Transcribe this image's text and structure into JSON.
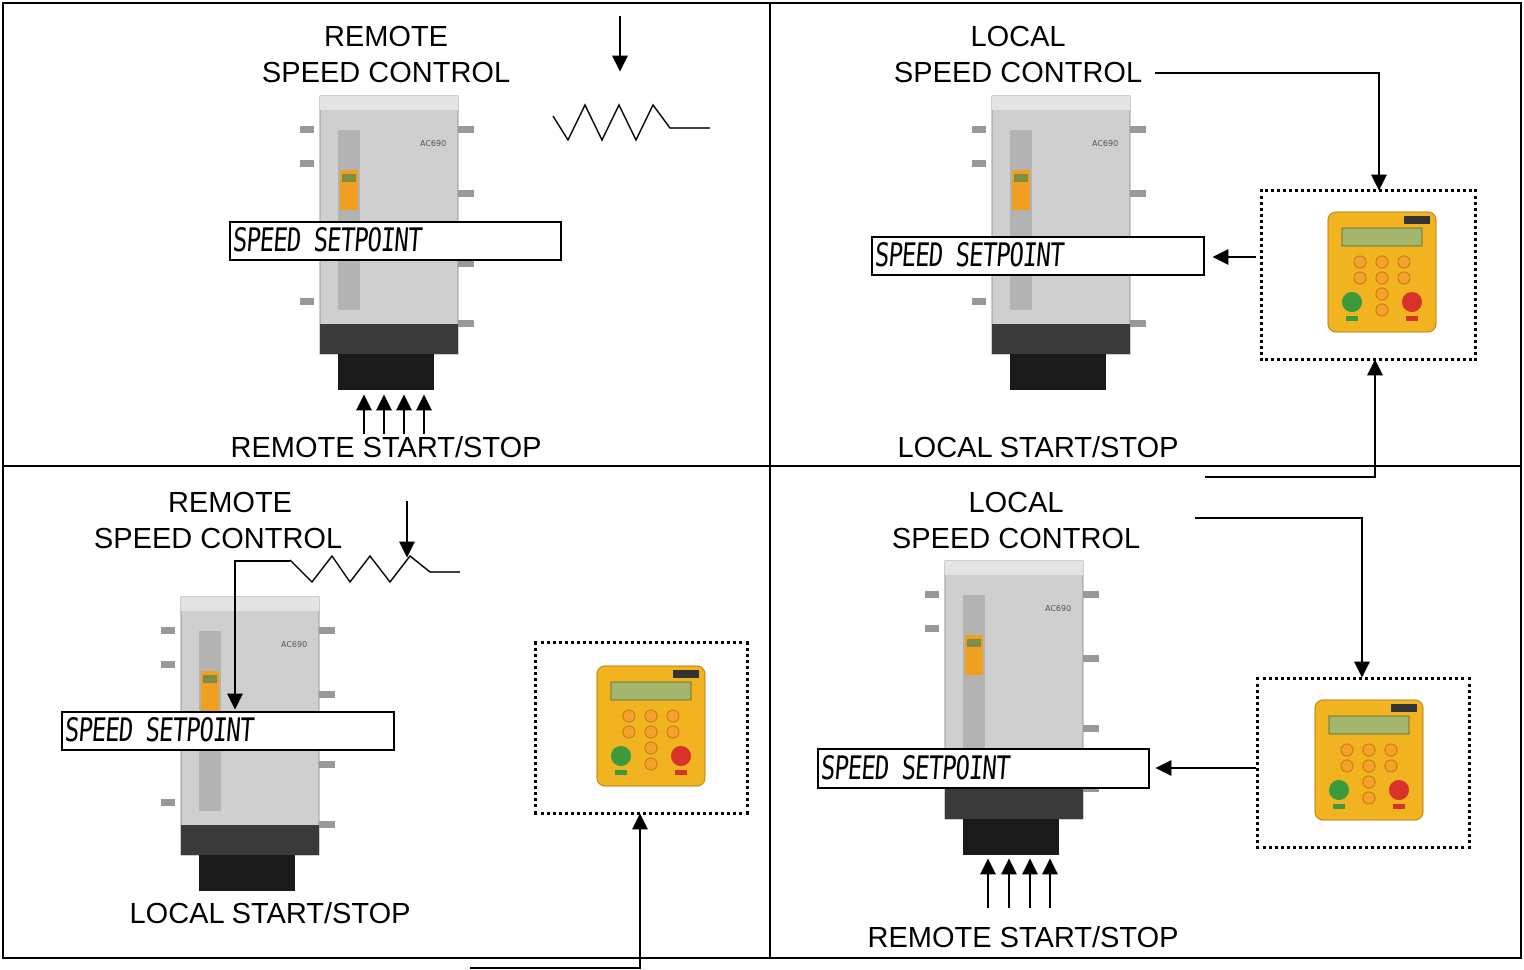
{
  "colors": {
    "line": "#000000",
    "drive_body": "#c9c9c9",
    "drive_base": "#2a2a2a",
    "keypad_body": "#f2b320",
    "keypad_display": "#9fb36a",
    "key_orange": "#f5a12c",
    "start_green": "#3c9a3c",
    "stop_red": "#d8322c"
  },
  "icons": {
    "drive": "ac-drive-icon",
    "keypad": "keypad-icon",
    "potentiometer": "potentiometer-icon"
  },
  "panels": [
    {
      "speed_label_line1": "REMOTE",
      "speed_label_line2": "SPEED CONTROL",
      "setpoint_text": "SPEED SETPOINT",
      "startstop_label": "REMOTE START/STOP"
    },
    {
      "speed_label_line1": "LOCAL",
      "speed_label_line2": "SPEED CONTROL",
      "setpoint_text": "SPEED SETPOINT",
      "startstop_label": "LOCAL START/STOP"
    },
    {
      "speed_label_line1": "REMOTE",
      "speed_label_line2": "SPEED CONTROL",
      "setpoint_text": "SPEED SETPOINT",
      "startstop_label": "LOCAL START/STOP"
    },
    {
      "speed_label_line1": "LOCAL",
      "speed_label_line2": "SPEED CONTROL",
      "setpoint_text": "SPEED SETPOINT",
      "startstop_label": "REMOTE START/STOP"
    }
  ]
}
